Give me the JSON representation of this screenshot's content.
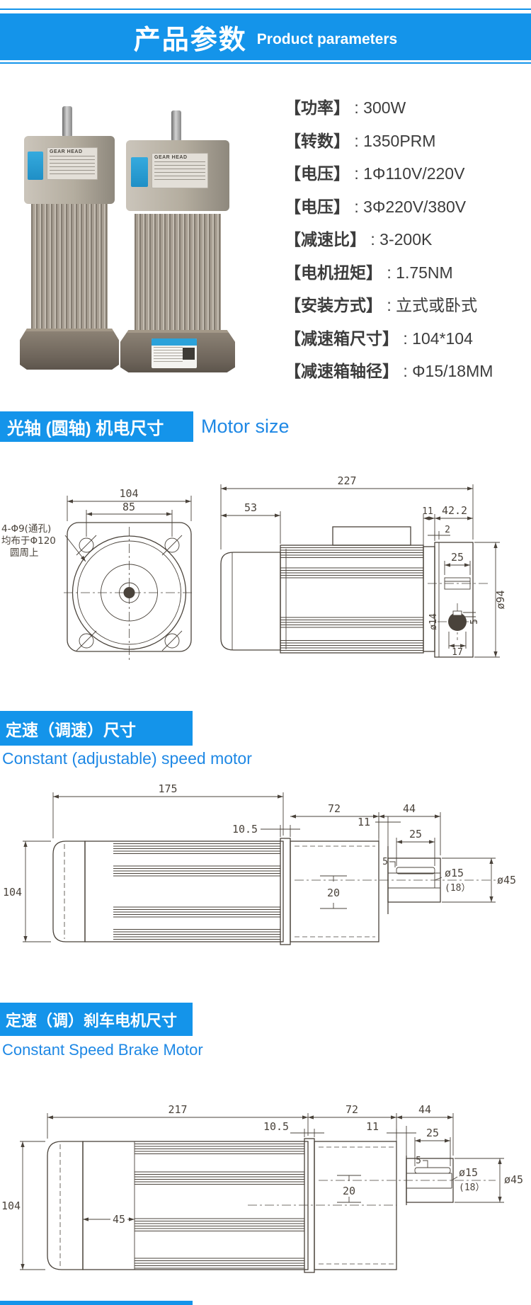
{
  "colors": {
    "accent": "#1494ea",
    "en_blue": "#1e88e5",
    "line": "#4a433b"
  },
  "header": {
    "title_cn": "产品参数",
    "title_en": "Product parameters"
  },
  "photos": {
    "gear_head_label": "GEAR HEAD"
  },
  "specs": {
    "separator": " : ",
    "items": [
      {
        "label": "【功率】",
        "value": "300W"
      },
      {
        "label": "【转数】",
        "value": "1350PRM"
      },
      {
        "label": "【电压】",
        "value": "1Φ110V/220V"
      },
      {
        "label": "【电压】",
        "value": "3Φ220V/380V"
      },
      {
        "label": "【减速比】",
        "value": "3-200K"
      },
      {
        "label": "【电机扭矩】",
        "value": "1.75NM"
      },
      {
        "label": "【安装方式】",
        "value": "立式或卧式"
      },
      {
        "label": "【减速箱尺寸】",
        "value": "104*104"
      },
      {
        "label": "【减速箱轴径】",
        "value": "Φ15/18MM"
      }
    ]
  },
  "sections": [
    {
      "title_cn": "光轴 (圆轴) 机电尺寸",
      "title_en": "Motor size"
    },
    {
      "title_cn": "定速（调速）尺寸",
      "title_en": "Constant (adjustable) speed motor"
    },
    {
      "title_cn": "定速（调）刹车电机尺寸",
      "title_en": "Constant Speed Brake Motor"
    }
  ],
  "drawing1": {
    "front": {
      "note_line1": "4-Φ9(通孔)",
      "note_line2": "均布于Φ120",
      "note_line3": "圆周上",
      "dim_width": "104",
      "dim_hole_span": "85"
    },
    "side": {
      "dim_total": "227",
      "dim_gearbox": "53",
      "dim_lip": "11",
      "dim_rear": "42.2",
      "dim_gap": "2",
      "dim_key": "25",
      "dim_body_dia": "ø94",
      "dim_shaft_dia": "ø14",
      "dim_key_w": "5",
      "dim_17": "17"
    }
  },
  "drawing2": {
    "dim_total": "175",
    "dim_height": "104",
    "dim_plate": "10.5",
    "dim_gear": "72",
    "dim_boss": "44",
    "dim_lip": "11",
    "dim_key": "25",
    "dim_key_w": "5",
    "dim_offset": "20",
    "dim_shaft": "ø15",
    "dim_shaft_alt": "(18）",
    "dim_boss_dia": "ø45"
  },
  "drawing3": {
    "dim_total": "217",
    "dim_height": "104",
    "dim_brake": "45",
    "dim_plate": "10.5",
    "dim_gear": "72",
    "dim_boss": "44",
    "dim_lip": "11",
    "dim_key": "25",
    "dim_key_w": "5",
    "dim_offset": "20",
    "dim_shaft": "ø15",
    "dim_shaft_alt": "(18）",
    "dim_boss_dia": "ø45"
  }
}
